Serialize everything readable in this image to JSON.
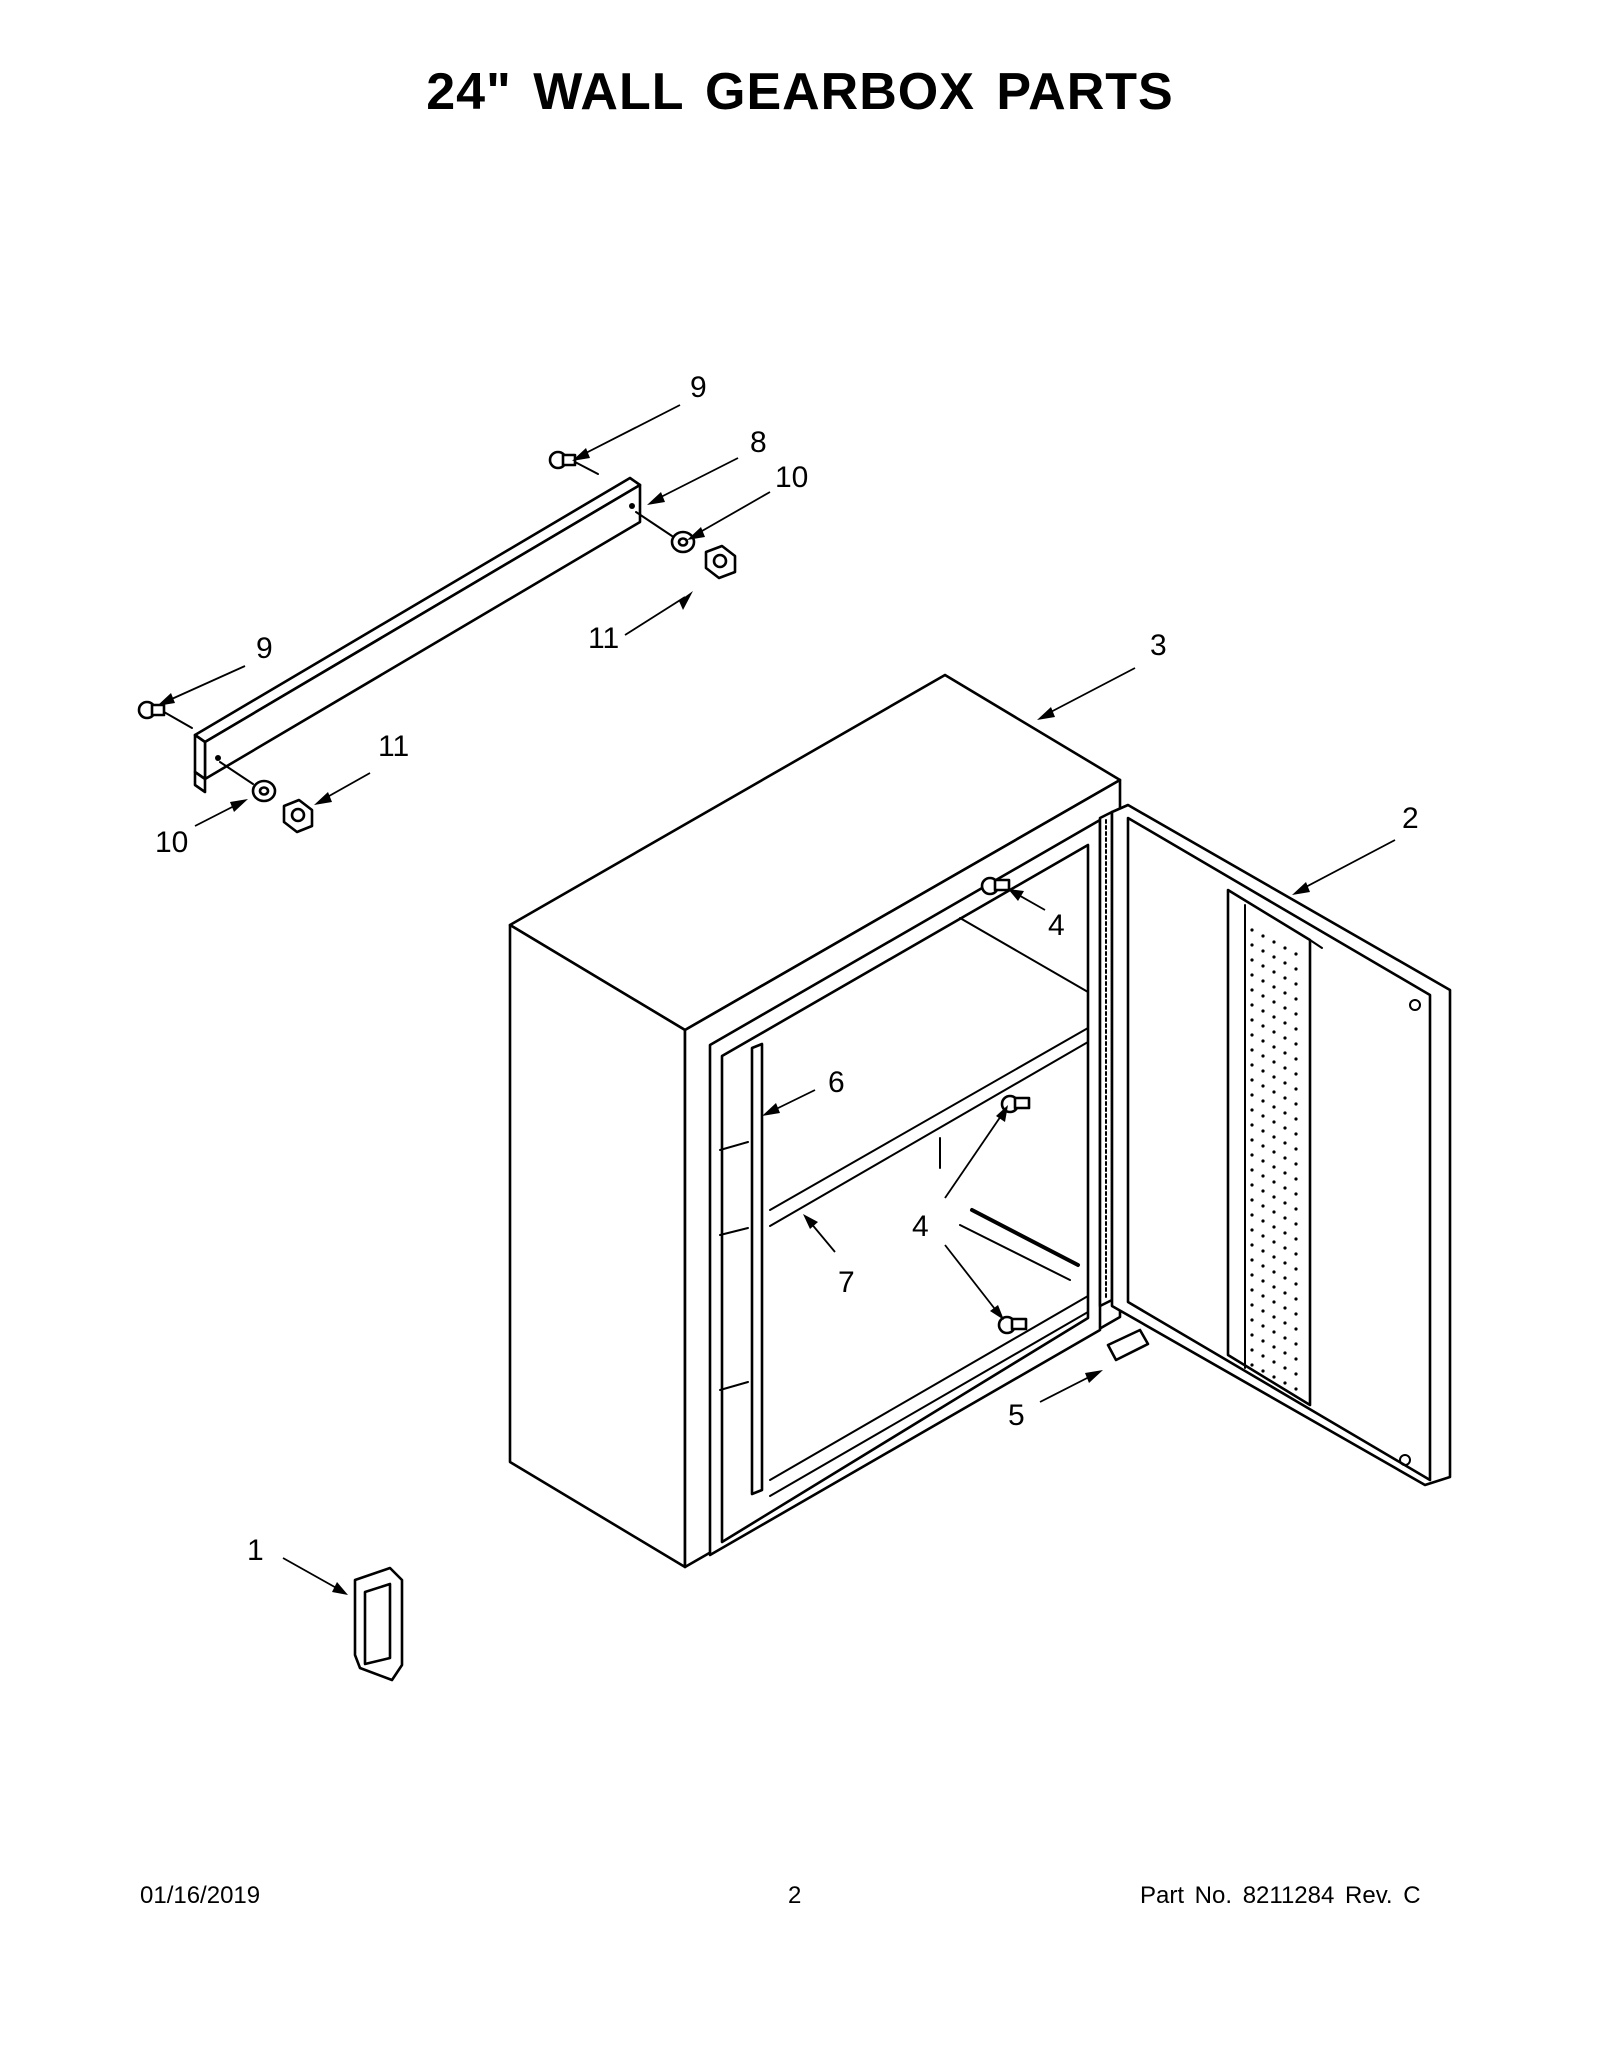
{
  "title": "24\" WALL GEARBOX PARTS",
  "callouts": [
    {
      "id": "c9a",
      "text": "9"
    },
    {
      "id": "c8",
      "text": "8"
    },
    {
      "id": "c10a",
      "text": "10"
    },
    {
      "id": "c11a",
      "text": "11"
    },
    {
      "id": "c9b",
      "text": "9"
    },
    {
      "id": "c11b",
      "text": "11"
    },
    {
      "id": "c10b",
      "text": "10"
    },
    {
      "id": "c3",
      "text": "3"
    },
    {
      "id": "c2",
      "text": "2"
    },
    {
      "id": "c4a",
      "text": "4"
    },
    {
      "id": "c6",
      "text": "6"
    },
    {
      "id": "c4b",
      "text": "4"
    },
    {
      "id": "c7",
      "text": "7"
    },
    {
      "id": "c5",
      "text": "5"
    },
    {
      "id": "c1",
      "text": "1"
    }
  ],
  "footer": {
    "date": "01/16/2019",
    "page": "2",
    "part_info": "Part No.  8211284   Rev.  C"
  }
}
